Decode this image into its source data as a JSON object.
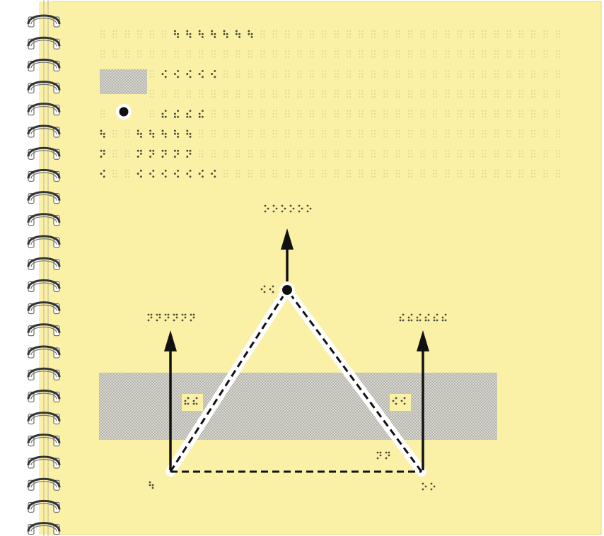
{
  "colors": {
    "paper": "#fbf1a6",
    "paper_edge": "#ece18e",
    "dot_faint": "#d9cf8a",
    "dot_ink": "#4a4a3a",
    "texture_fill": "#cfcfc6",
    "texture_dot": "#9a9a92",
    "line": "#111111",
    "spiral_ring": "#3a3a3a",
    "spiral_hole": "#ffffff"
  },
  "icons": {
    "binding": "spiral-binding-icon",
    "marker": "filled-circle-icon",
    "arrow": "arrow-up-icon"
  },
  "page": {
    "binding": {
      "ring_count": 24
    },
    "braille_text": {
      "grid_rows": 8,
      "grid_cols": 38
    }
  }
}
